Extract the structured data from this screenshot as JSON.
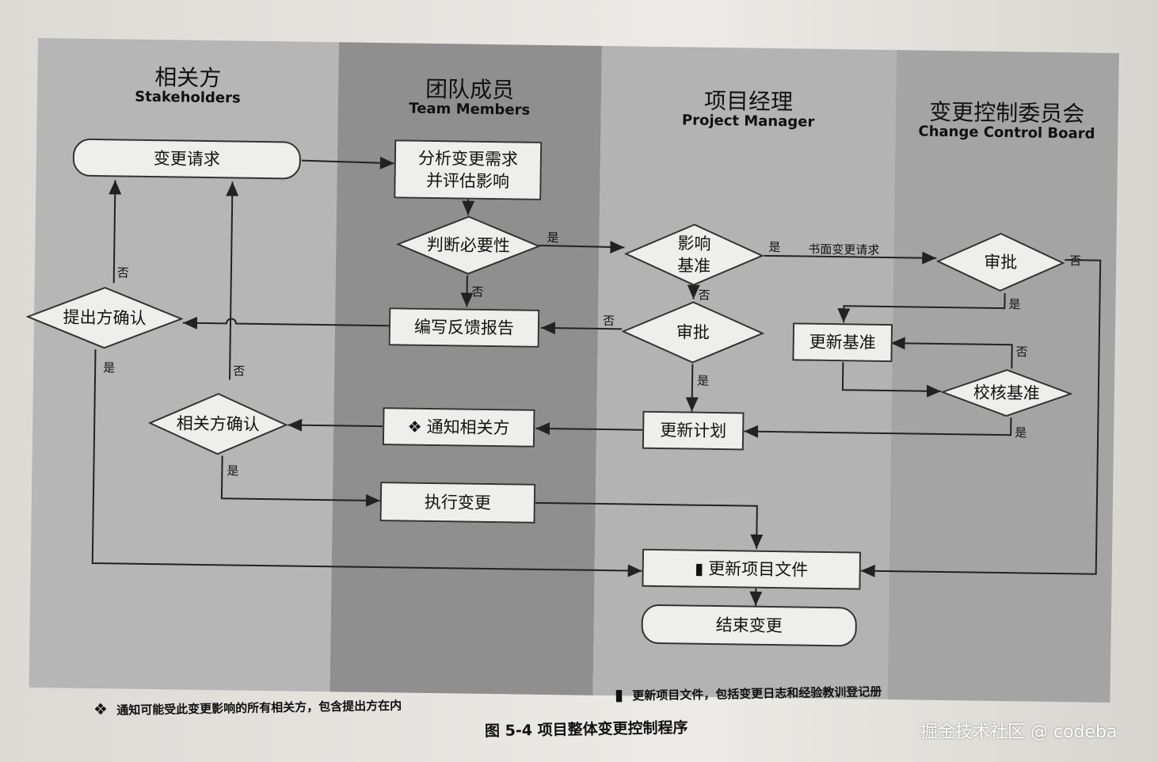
{
  "lanes": [
    {
      "cn": "相关方",
      "en": "Stakeholders"
    },
    {
      "cn": "团队成员",
      "en": "Team Members"
    },
    {
      "cn": "项目经理",
      "en": "Project Manager"
    },
    {
      "cn": "变更控制委员会",
      "en": "Change Control Board"
    }
  ],
  "nodes": {
    "change_request": "变更请求",
    "analyze": "分析变更需求\n并评估影响",
    "judge_necessity": "判断必要性",
    "impact_baseline": "影响\n基准",
    "approve_ccb": "审批",
    "requester_confirm": "提出方确认",
    "write_feedback": "编写反馈报告",
    "approve_pm": "审批",
    "update_baseline": "更新基准",
    "verify_baseline": "校核基准",
    "stakeholder_confirm": "相关方确认",
    "notify_stakeholders": "通知相关方",
    "update_plan": "更新计划",
    "execute_change": "执行变更",
    "update_docs": "更新项目文件",
    "end_change": "结束变更"
  },
  "edge_labels": {
    "yes": "是",
    "no": "否",
    "written_request": "书面变更请求"
  },
  "icons": {
    "notify": "diamond-cluster-icon",
    "docs": "open-book-icon"
  },
  "footnotes": {
    "notify_note": "通知可能受此变更影响的所有相关方，包含提出方在内",
    "docs_note": "更新项目文件，包括变更日志和经验教训登记册"
  },
  "caption": "图 5-4   项目整体变更控制程序",
  "watermark": "掘金技术社区 @ codeba"
}
